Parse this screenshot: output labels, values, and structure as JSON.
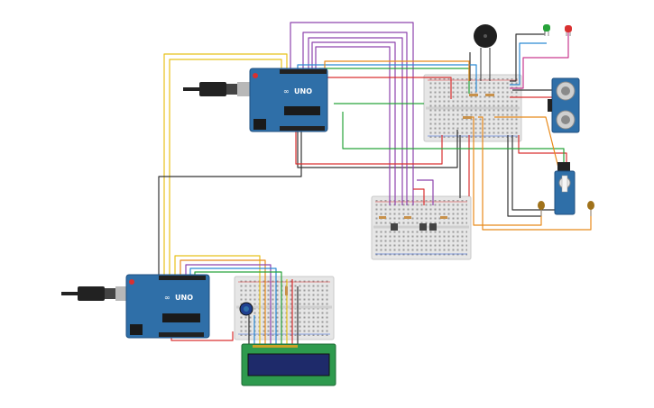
{
  "boards": {
    "top": {
      "brand": "UNO",
      "logo": "arduino-infinity-logo"
    },
    "bottom": {
      "brand": "UNO",
      "logo": "arduino-infinity-logo"
    }
  },
  "components": {
    "ultrasonic": "ultrasonic-sensor",
    "buzzer": "piezo-buzzer",
    "led_green": "led-green",
    "led_red": "led-red",
    "servo": "servo-motor",
    "lcd": "lcd-16x2",
    "potentiometer": "potentiometer",
    "photoresistors": [
      "photoresistor-left",
      "photoresistor-right"
    ]
  },
  "colors": {
    "board_blue": "#2f6fa8",
    "breadboard": "#e6e6e6",
    "lcd_green": "#2e9a4e",
    "lcd_screen": "#1e2a6a",
    "servo_blue": "#2f6fa8",
    "wire_yellow": "#e8c21a",
    "wire_purple": "#8e44ad",
    "wire_red": "#d93030",
    "wire_black": "#333333",
    "wire_green": "#27a33a",
    "wire_orange": "#e88a1a",
    "wire_blue": "#2a8ad4",
    "wire_pink": "#c93a8f"
  }
}
